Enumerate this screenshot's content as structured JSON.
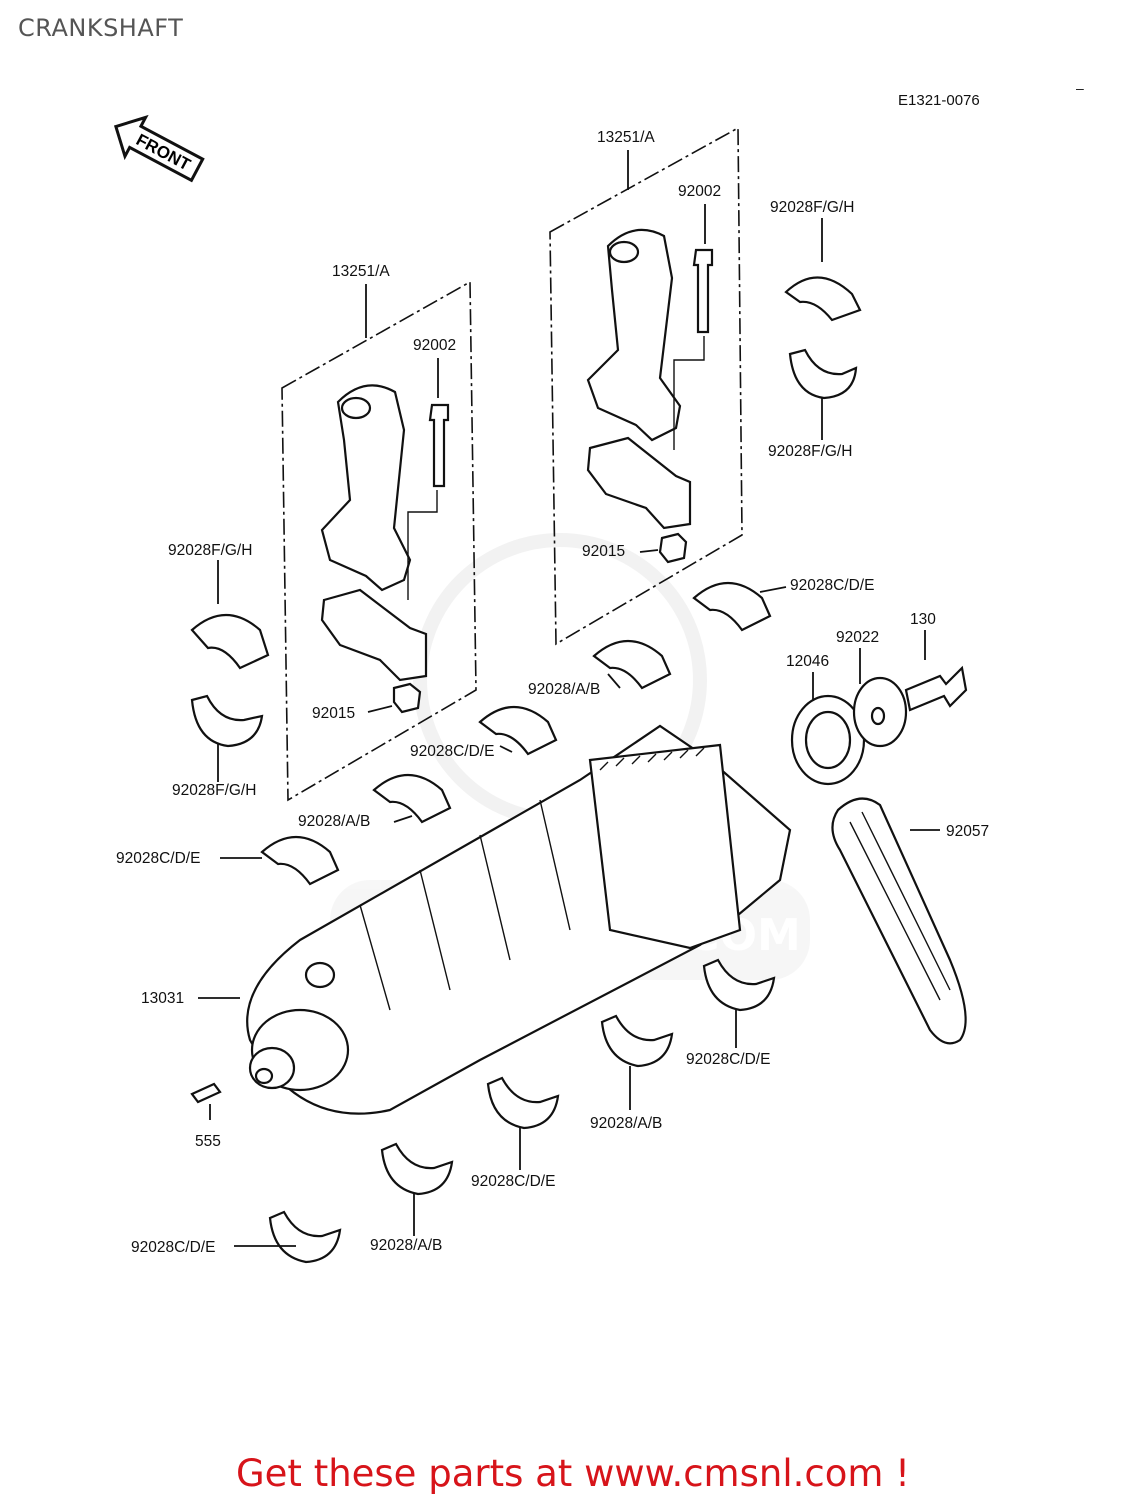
{
  "title": "CRANKSHAFT",
  "diagram_code": "E1321-0076",
  "top_mark": "–",
  "front_label": "FRONT",
  "watermark": "WWW.CMSNL.COM",
  "labels": {
    "con_rod_left": "13251/A",
    "bolt_left": "92002",
    "nut_left": "92015",
    "con_rod_right": "13251/A",
    "bolt_right": "92002",
    "nut_right": "92015",
    "bearing_fgh_top_right": "92028F/G/H",
    "bearing_fgh_mid_right": "92028F/G/H",
    "bearing_fgh_top_left": "92028F/G/H",
    "bearing_fgh_bottom_left": "92028F/G/H",
    "bearing_cde_1": "92028C/D/E",
    "bearing_cde_2": "92028C/D/E",
    "bearing_cde_3": "92028C/D/E",
    "bearing_cde_4": "92028C/D/E",
    "bearing_cde_5": "92028C/D/E",
    "bearing_cde_6": "92028C/D/E",
    "bearing_ab_1": "92028/A/B",
    "bearing_ab_2": "92028/A/B",
    "bearing_ab_3": "92028/A/B",
    "bearing_ab_4": "92028/A/B",
    "washer": "92022",
    "bolt_130": "130",
    "sprocket": "12046",
    "chain": "92057",
    "crankshaft": "13031",
    "pin": "555"
  },
  "cta": "Get these parts at www.cmsnl.com !",
  "colors": {
    "cta": "#d7141a",
    "title": "#555555",
    "watermark": "#e6e6e6"
  }
}
